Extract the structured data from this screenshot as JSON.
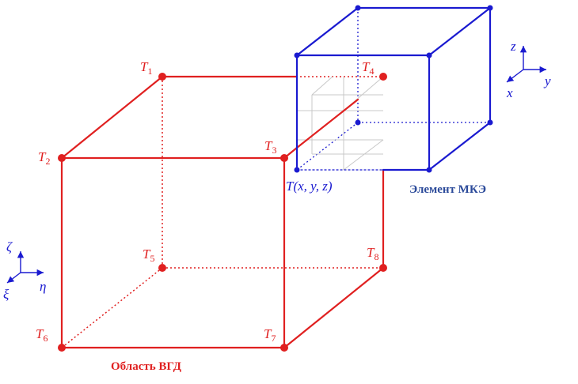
{
  "vgd_box": {
    "points": {
      "t1": {
        "letter": "T",
        "index": "1"
      },
      "t2": {
        "letter": "T",
        "index": "2"
      },
      "t3": {
        "letter": "T",
        "index": "3"
      },
      "t4": {
        "letter": "T",
        "index": "4"
      },
      "t5": {
        "letter": "T",
        "index": "5"
      },
      "t6": {
        "letter": "T",
        "index": "6"
      },
      "t7": {
        "letter": "T",
        "index": "7"
      },
      "t8": {
        "letter": "T",
        "index": "8"
      }
    },
    "caption": "Область ВГД",
    "color": "#e02020"
  },
  "fem_element": {
    "caption": "Элемент МКЭ",
    "point_label": "T(x, y, z)",
    "color": "#1a1ad0"
  },
  "axes_fem": {
    "z": "z",
    "y": "y",
    "x": "x"
  },
  "axes_vgd": {
    "zeta": "ζ",
    "eta": "η",
    "xi": "ξ"
  }
}
